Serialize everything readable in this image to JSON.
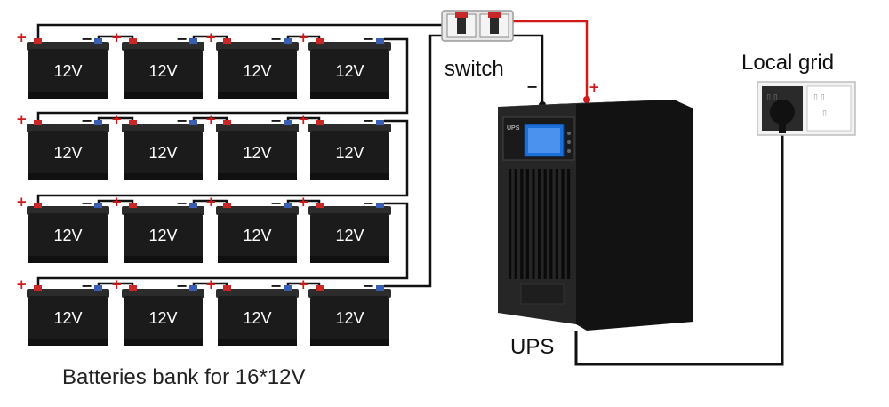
{
  "battery": {
    "voltage_label": "12V",
    "plus_symbol": "+",
    "minus_symbol": "−",
    "rows": 4,
    "columns": 4
  },
  "labels": {
    "switch": "switch",
    "local_grid": "Local grid",
    "ups": "UPS",
    "caption": "Batteries bank for 16*12V"
  },
  "ups_display": {
    "brand": "UPS"
  },
  "connection_polarity": {
    "switch_negative": "−",
    "switch_positive": "+"
  },
  "colors": {
    "battery_body": "#1b1b1b",
    "battery_top": "#2c2c2c",
    "wire_black": "#111111",
    "wire_red": "#d11b1b",
    "terminal_blue": "#3a5fb0",
    "terminal_red": "#c82828",
    "ups_body": "#1c1c1c",
    "screen_blue": "#1a6fd8"
  }
}
